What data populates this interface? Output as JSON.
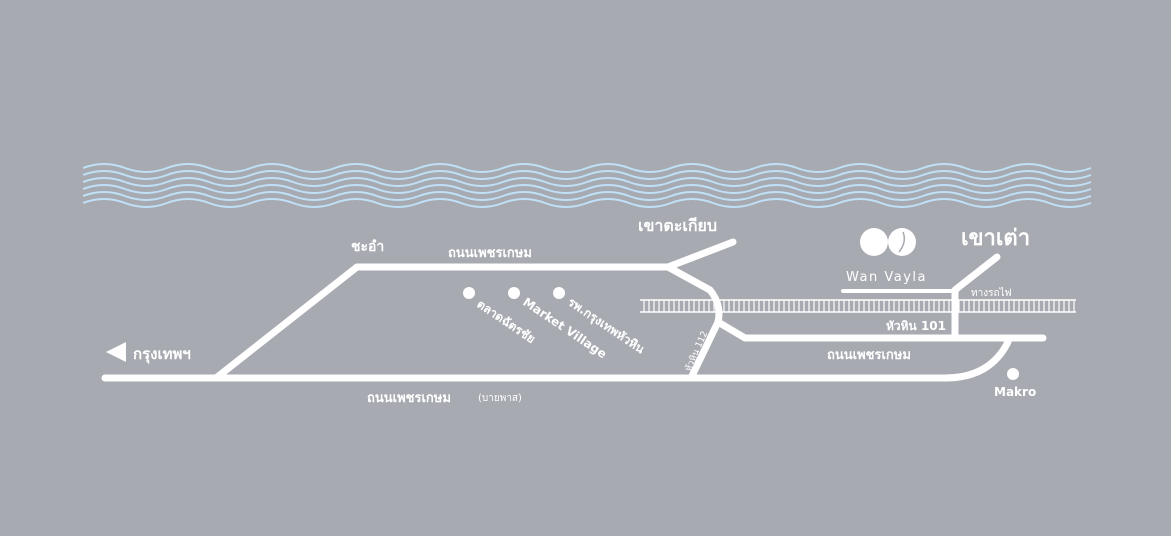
{
  "colors": {
    "background": "#a7aab0",
    "roads": "#ffffff",
    "sea": "#bfe0f7"
  },
  "labels": {
    "bangkok": "กรุงเทพฯ",
    "cha_am": "ชะอำ",
    "phetkasem_top": "ถนนเพชรเกษม",
    "khao_takiab": "เขาตะเกียบ",
    "khao_tao": "เขาเต่า",
    "brand": "Wan Vayla",
    "railway": "ทางรถไฟ",
    "hua_hin_101": "หัวหิน 101",
    "phetkasem_right": "ถนนเพชรเกษม",
    "phetkasem_bypass": "ถนนเพชรเกษม",
    "bypass_note": "(บายพาส)",
    "hua_hin_112": "หัวหิน 112",
    "makro": "Makro",
    "chatchai_market": "ตลาดฉัตรชัย",
    "market_village": "Market Village",
    "bangkok_hospital": "รพ.กรุงเทพหัวหิน"
  },
  "icons": {
    "direction_arrow": "left-arrow-icon",
    "brand_logo": "wan-vayla-logo-icon",
    "poi": "poi-dot-icon"
  }
}
